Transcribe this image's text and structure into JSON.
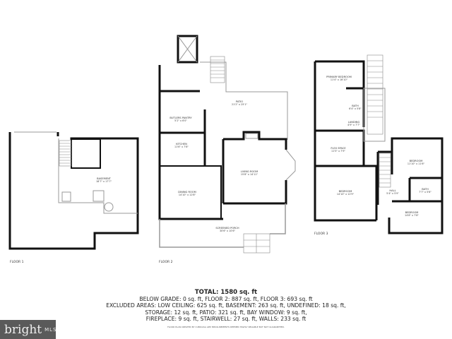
{
  "floors": [
    {
      "label": "FLOOR 1",
      "rooms": [
        {
          "name": "BASEMENT",
          "dims": "18'7\" x 17'7\""
        }
      ]
    },
    {
      "label": "FLOOR 2",
      "rooms": [
        {
          "name": "PATIO",
          "dims": "21'2\" x 25'1\""
        },
        {
          "name": "BUTLERS PANTRY",
          "dims": "5'2\" x 6'0\""
        },
        {
          "name": "KITCHEN",
          "dims": "11'6\" x 7'8\""
        },
        {
          "name": "LIVING ROOM",
          "dims": "15'8\" x 14'11\""
        },
        {
          "name": "DINING ROOM",
          "dims": "14'10\" x 12'8\""
        },
        {
          "name": "SCREENED PORCH",
          "dims": "30'6\" x 10'6\""
        }
      ]
    },
    {
      "label": "FLOOR 3",
      "rooms": [
        {
          "name": "PRIMARY BEDROOM",
          "dims": "11'4\" x 16'10\""
        },
        {
          "name": "BATH",
          "dims": "6'4\" x 5'8\""
        },
        {
          "name": "LANDING",
          "dims": "4'9\" x 7'7\""
        },
        {
          "name": "FLEX SPACE",
          "dims": "11'5\" x 7'9\""
        },
        {
          "name": "BEDROOM",
          "dims": "11'10\" x 11'6\""
        },
        {
          "name": "BEDROOM",
          "dims": "14'10\" x 12'9\""
        },
        {
          "name": "HALL",
          "dims": "5'4\" x 5'9\""
        },
        {
          "name": "BATH",
          "dims": "7'7\" x 5'6\""
        },
        {
          "name": "BEDROOM",
          "dims": "14'8\" x 7'8\""
        }
      ]
    }
  ],
  "summary": {
    "total": "TOTAL: 1580 sq. ft",
    "lines": [
      "BELOW GRADE: 0 sq. ft, FLOOR 2: 887 sq. ft, FLOOR 3: 693 sq. ft",
      "EXCLUDED AREAS: LOW CEILING: 625 sq. ft, BASEMENT: 263 sq. ft, UNDEFINED: 18 sq. ft,",
      "STORAGE: 12 sq. ft, PATIO: 321 sq. ft, BAY WINDOW: 9 sq. ft,",
      "FIREPLACE: 9 sq. ft, STAIRWELL: 27 sq. ft, WALLS: 233 sq. ft"
    ],
    "note": "FLOOR PLAN CREATED BY CUBICASA APP. MEASUREMENTS DEEMED HIGHLY RELIABLE BUT NOT GUARANTEED."
  },
  "logo": {
    "brand": "bright",
    "suffix": "MLS",
    "background": "#5a5a5a",
    "accent": "#e8643c"
  }
}
